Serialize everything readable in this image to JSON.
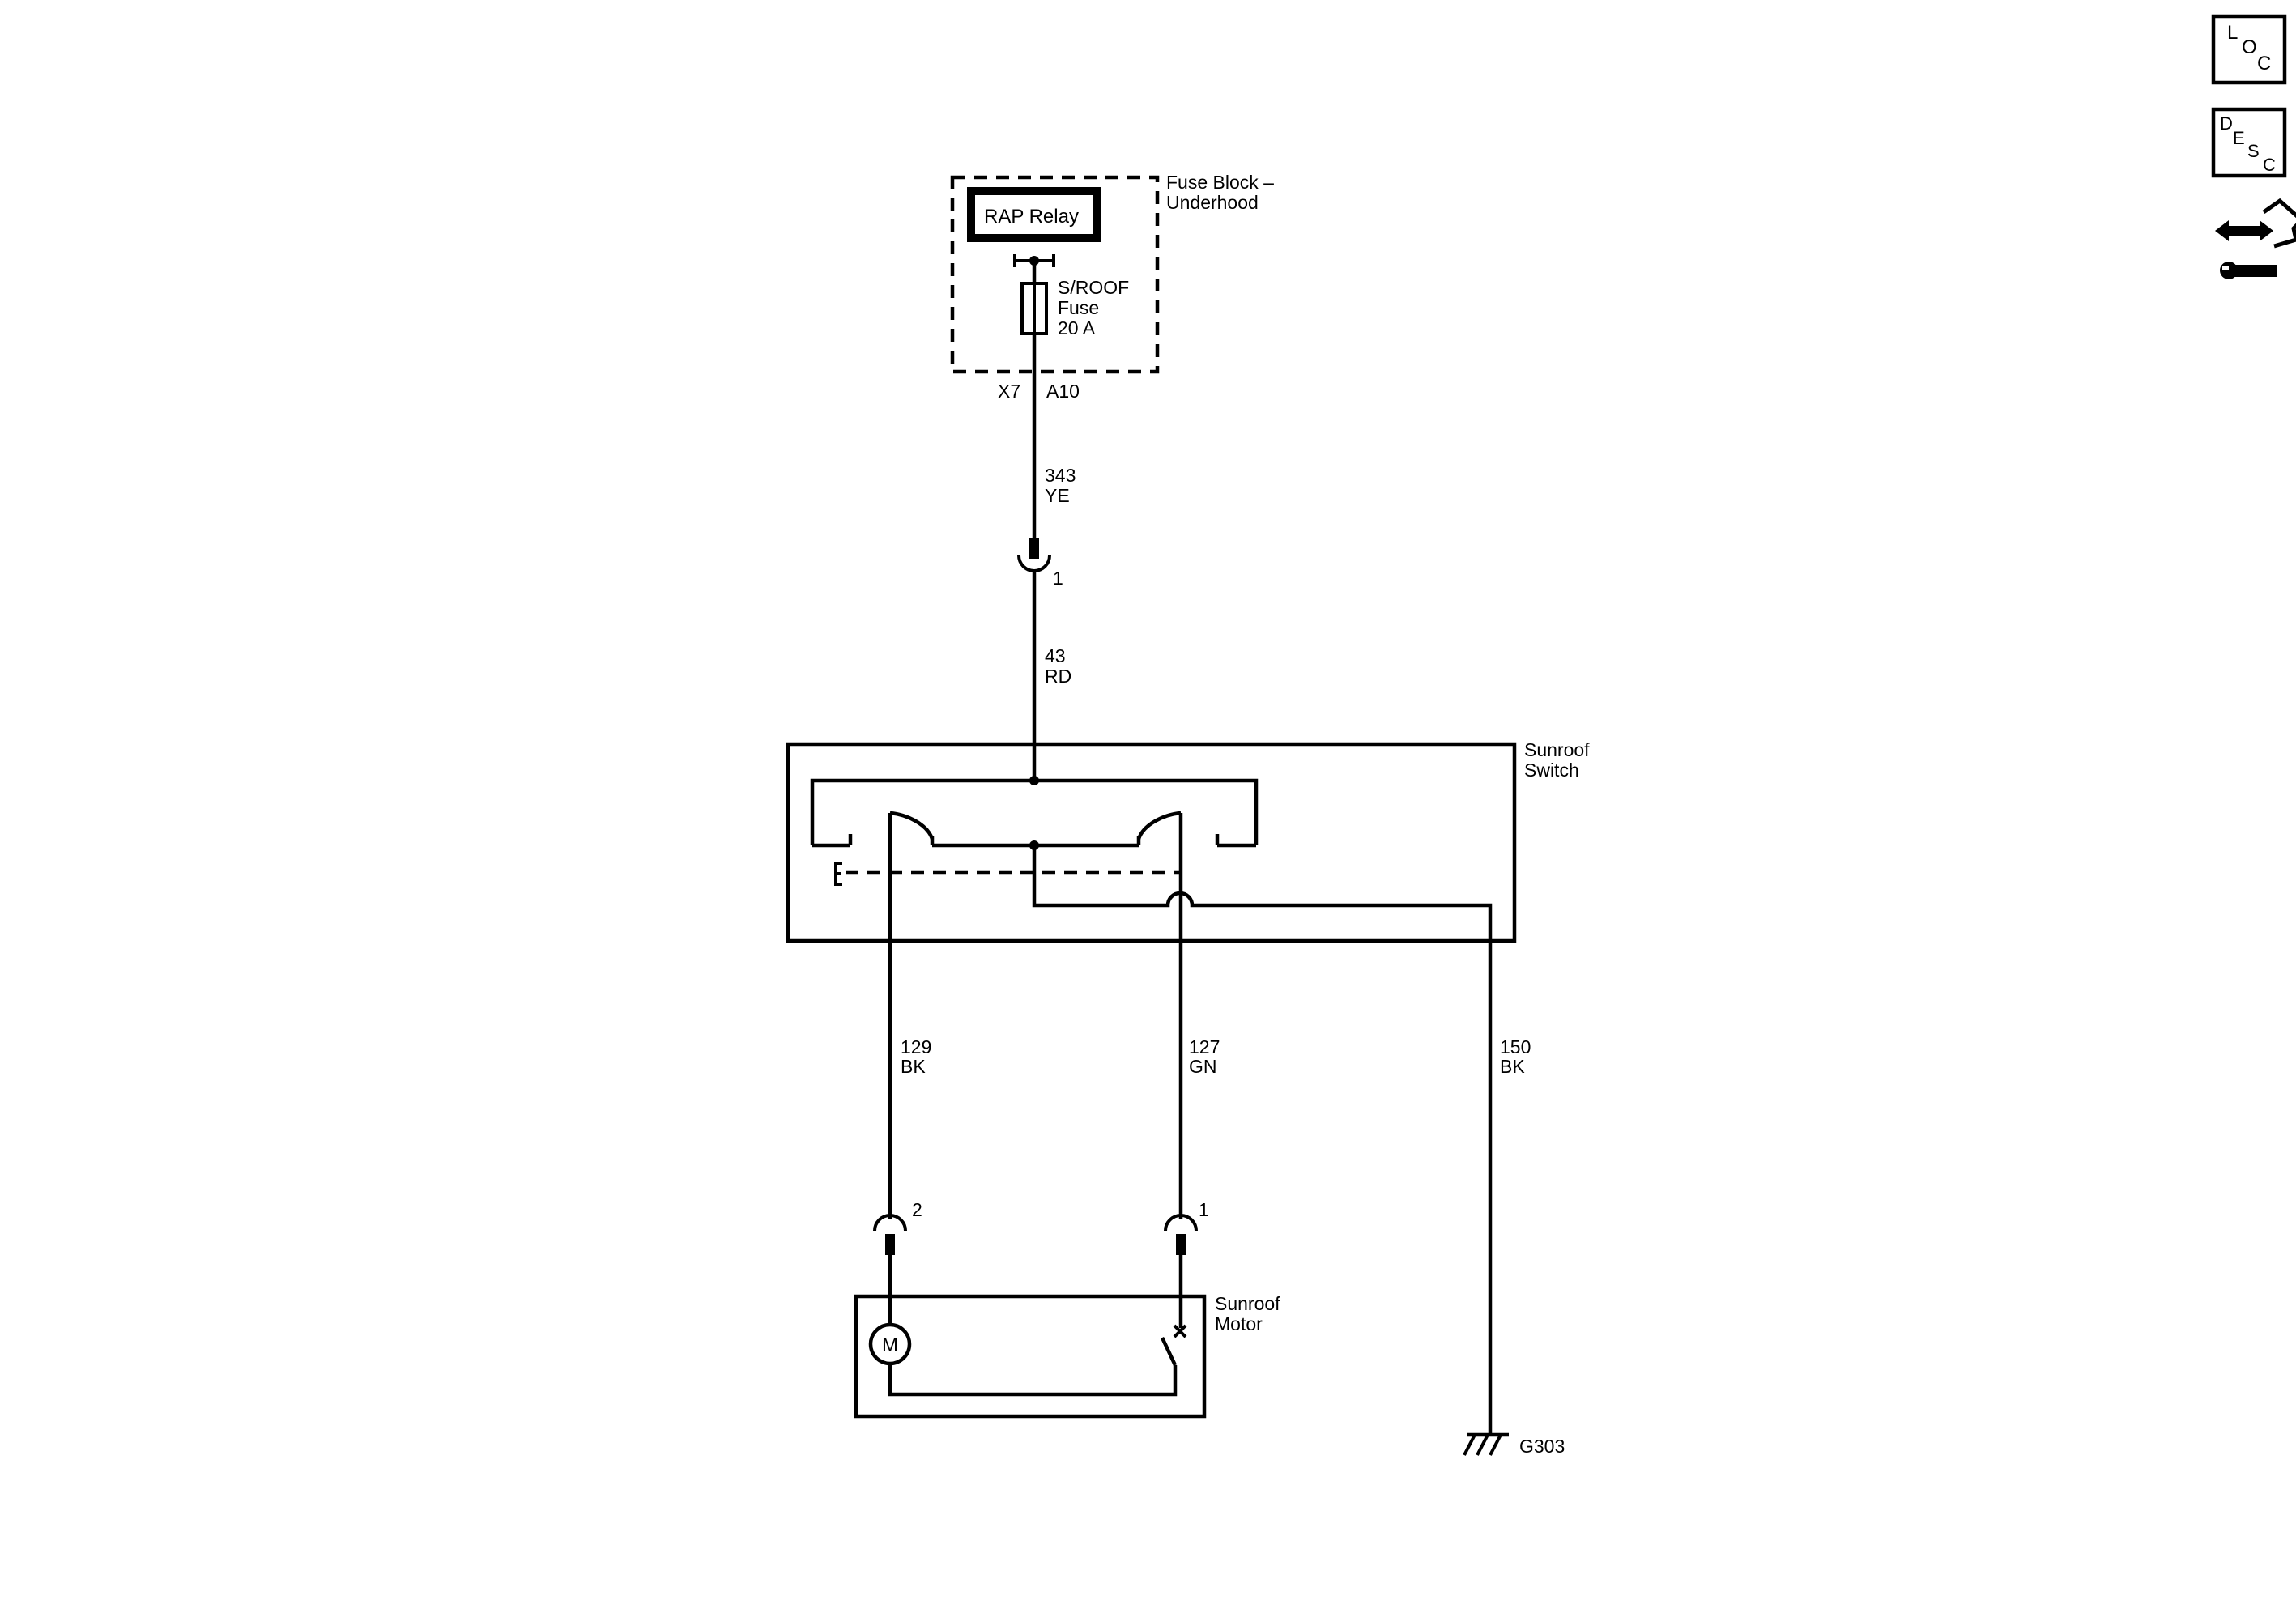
{
  "nav": {
    "loc": {
      "l1": "L",
      "l2": "O",
      "l3": "C"
    },
    "desc": {
      "l1": "D",
      "l2": "E",
      "l3": "S",
      "l4": "C"
    },
    "service_icon": "connector-service-icon"
  },
  "fuse_block": {
    "title_line1": "Fuse Block –",
    "title_line2": "Underhood",
    "relay": "RAP Relay",
    "fuse_name": "S/ROOF",
    "fuse_word": "Fuse",
    "fuse_rating": "20 A",
    "connector": "X7",
    "pin": "A10"
  },
  "wires": {
    "w343": {
      "circuit": "343",
      "color": "YE"
    },
    "w43": {
      "circuit": "43",
      "color": "RD"
    },
    "w129": {
      "circuit": "129",
      "color": "BK"
    },
    "w127": {
      "circuit": "127",
      "color": "GN"
    },
    "w150": {
      "circuit": "150",
      "color": "BK"
    }
  },
  "inline_connector": {
    "pin": "1"
  },
  "sunroof_switch": {
    "title_line1": "Sunroof",
    "title_line2": "Switch"
  },
  "sunroof_motor": {
    "title_line1": "Sunroof",
    "title_line2": "Motor",
    "motor_symbol": "M",
    "pin_left": "2",
    "pin_right": "1"
  },
  "ground": {
    "name": "G303"
  }
}
